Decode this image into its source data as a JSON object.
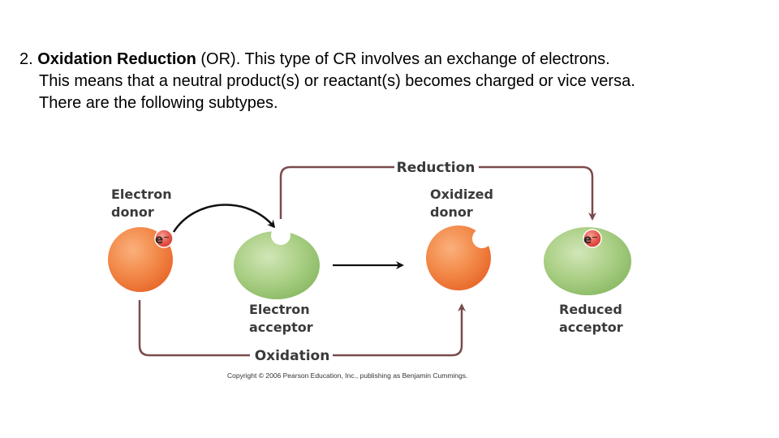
{
  "slide": {
    "num": "2.",
    "term": "Oxidation Reduction",
    "line1_rest": " (OR). This type of CR involves an exchange of electrons.",
    "line2": "This means that a neutral product(s) or reactant(s) becomes charged or vice versa.",
    "line3": "There are the following subtypes."
  },
  "diagram": {
    "reduction_label": "Reduction",
    "oxidation_label": "Oxidation",
    "electron_donor": [
      "Electron",
      "donor"
    ],
    "electron_acceptor": [
      "Electron",
      "acceptor"
    ],
    "oxidized_donor": [
      "Oxidized",
      "donor"
    ],
    "reduced_acceptor": [
      "Reduced",
      "acceptor"
    ],
    "electron_symbol": "e⁻",
    "copyright": "Copyright © 2006 Pearson Education, Inc., publishing as Benjamin Cummings.",
    "colors": {
      "orange": "#f07a3c",
      "green": "#9fc77a",
      "red_electron": "#e0443a",
      "line": "#7a4a4a"
    }
  }
}
